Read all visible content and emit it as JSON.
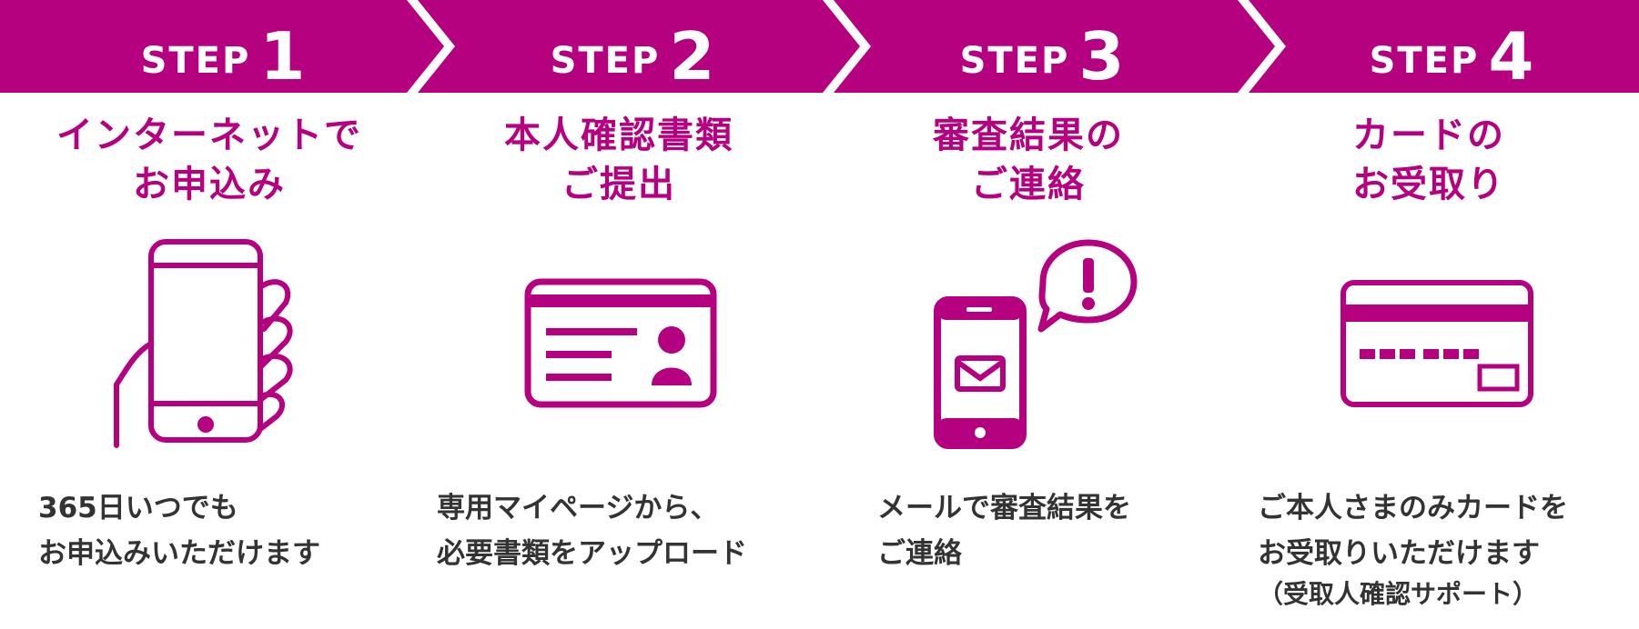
{
  "colors": {
    "accent": "#b5007f",
    "text": "#333333",
    "background": "#ffffff"
  },
  "steps": [
    {
      "step_word": "STEP",
      "number": "1",
      "title_lines": [
        "インターネットで",
        "お申込み"
      ],
      "icon": "smartphone-in-hand-icon",
      "desc_lines": [
        "365日いつでも",
        "お申込みいただけます"
      ]
    },
    {
      "step_word": "STEP",
      "number": "2",
      "title_lines": [
        "本人確認書類",
        "ご提出"
      ],
      "icon": "id-card-icon",
      "desc_lines": [
        "専用マイページから、",
        "必要書類をアップロード"
      ]
    },
    {
      "step_word": "STEP",
      "number": "3",
      "title_lines": [
        "審査結果の",
        "ご連絡"
      ],
      "icon": "phone-mail-notification-icon",
      "desc_lines": [
        "メールで審査結果を",
        "ご連絡"
      ]
    },
    {
      "step_word": "STEP",
      "number": "4",
      "title_lines": [
        "カードの",
        "お受取り"
      ],
      "icon": "credit-card-icon",
      "desc_lines": [
        "ご本人さまのみカードを",
        "お受取りいただけます"
      ],
      "note": "（受取人確認サポート）"
    }
  ]
}
